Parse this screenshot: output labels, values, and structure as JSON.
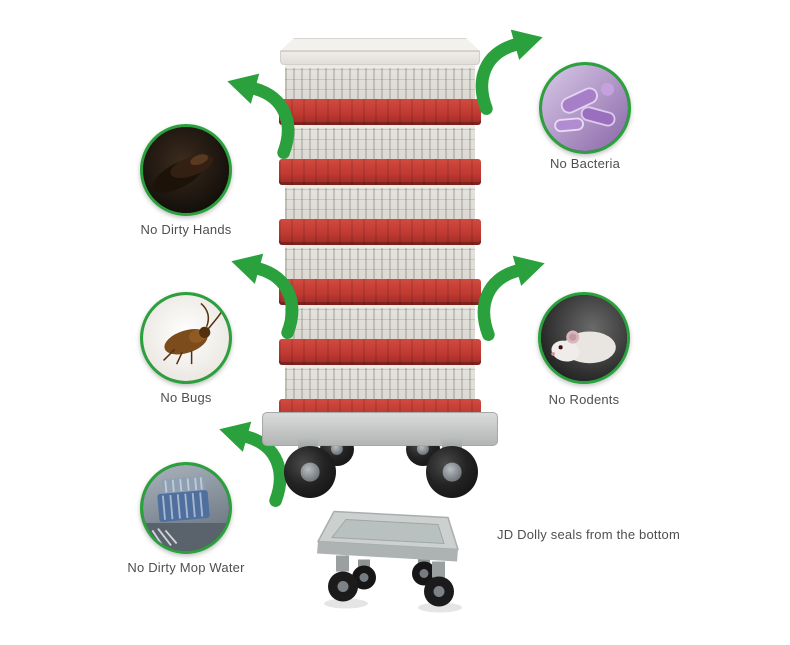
{
  "callouts": [
    {
      "id": "dirty-hands",
      "label": "No Dirty Hands"
    },
    {
      "id": "bacteria",
      "label": "No Bacteria"
    },
    {
      "id": "bugs",
      "label": "No Bugs"
    },
    {
      "id": "rodents",
      "label": "No Rodents"
    },
    {
      "id": "mop-water",
      "label": "No Dirty Mop Water"
    }
  ],
  "caption": "JD Dolly seals from the bottom",
  "colors": {
    "arrow_green": "#2aa13c",
    "crate_red": "#c03a32",
    "crate_gray": "#dcd9d3",
    "lid_white": "#f2f1ee",
    "dolly_gray": "#c8cccb",
    "label_text": "#4f4f4f"
  }
}
